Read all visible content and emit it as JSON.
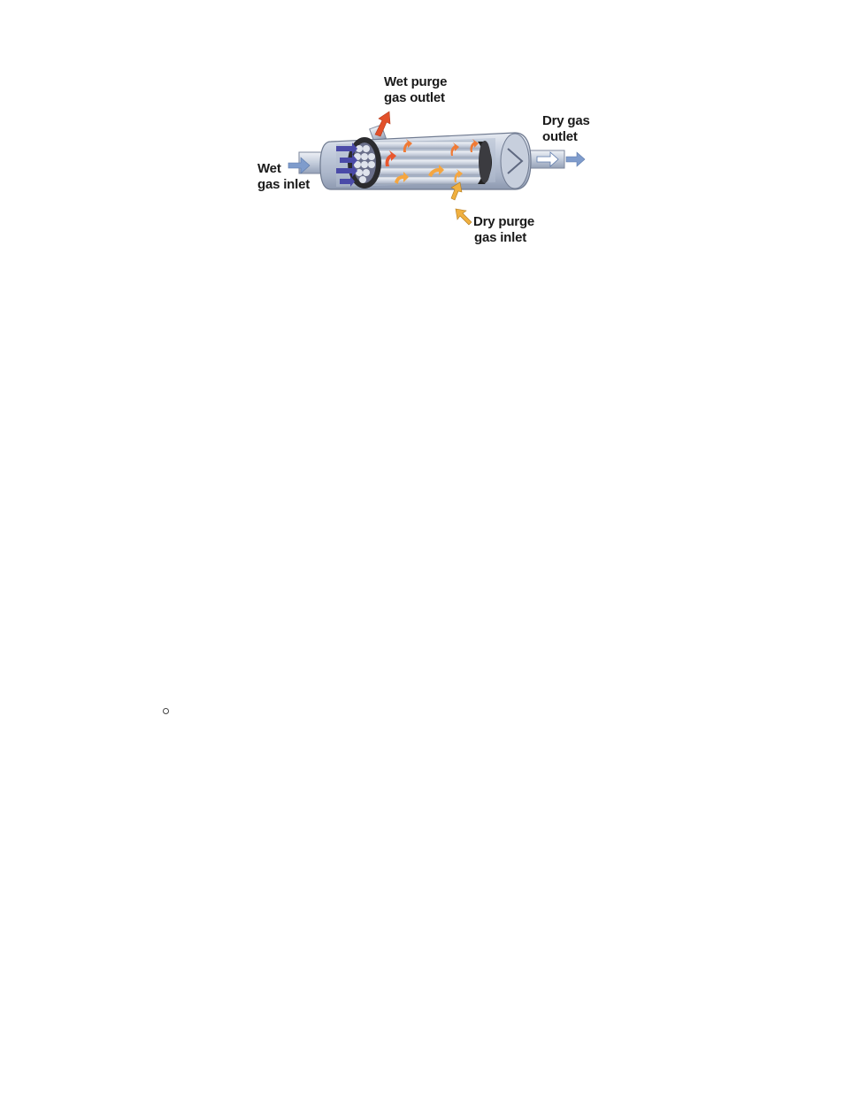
{
  "labels": {
    "wet_purge_outlet": [
      "Wet purge",
      "gas outlet"
    ],
    "dry_gas_outlet": [
      "Dry gas",
      "outlet"
    ],
    "wet_gas_inlet": [
      "Wet",
      "gas inlet"
    ],
    "dry_purge_inlet": [
      "Dry purge",
      "gas inlet"
    ]
  },
  "colors": {
    "wet_gas_flow": "#4a4aa8",
    "dry_gas_flow": "#7f9ccc",
    "wet_purge_flow": "#e2502a",
    "dry_purge_flow": "#f0b040",
    "shell": "#b9c3d6",
    "tubesheet": "#222222"
  },
  "icons": [
    "wet-gas-inlet-arrow-icon",
    "dry-gas-outlet-arrow-icon",
    "wet-purge-outlet-arrow-icon",
    "dry-purge-inlet-arrow-icon"
  ]
}
